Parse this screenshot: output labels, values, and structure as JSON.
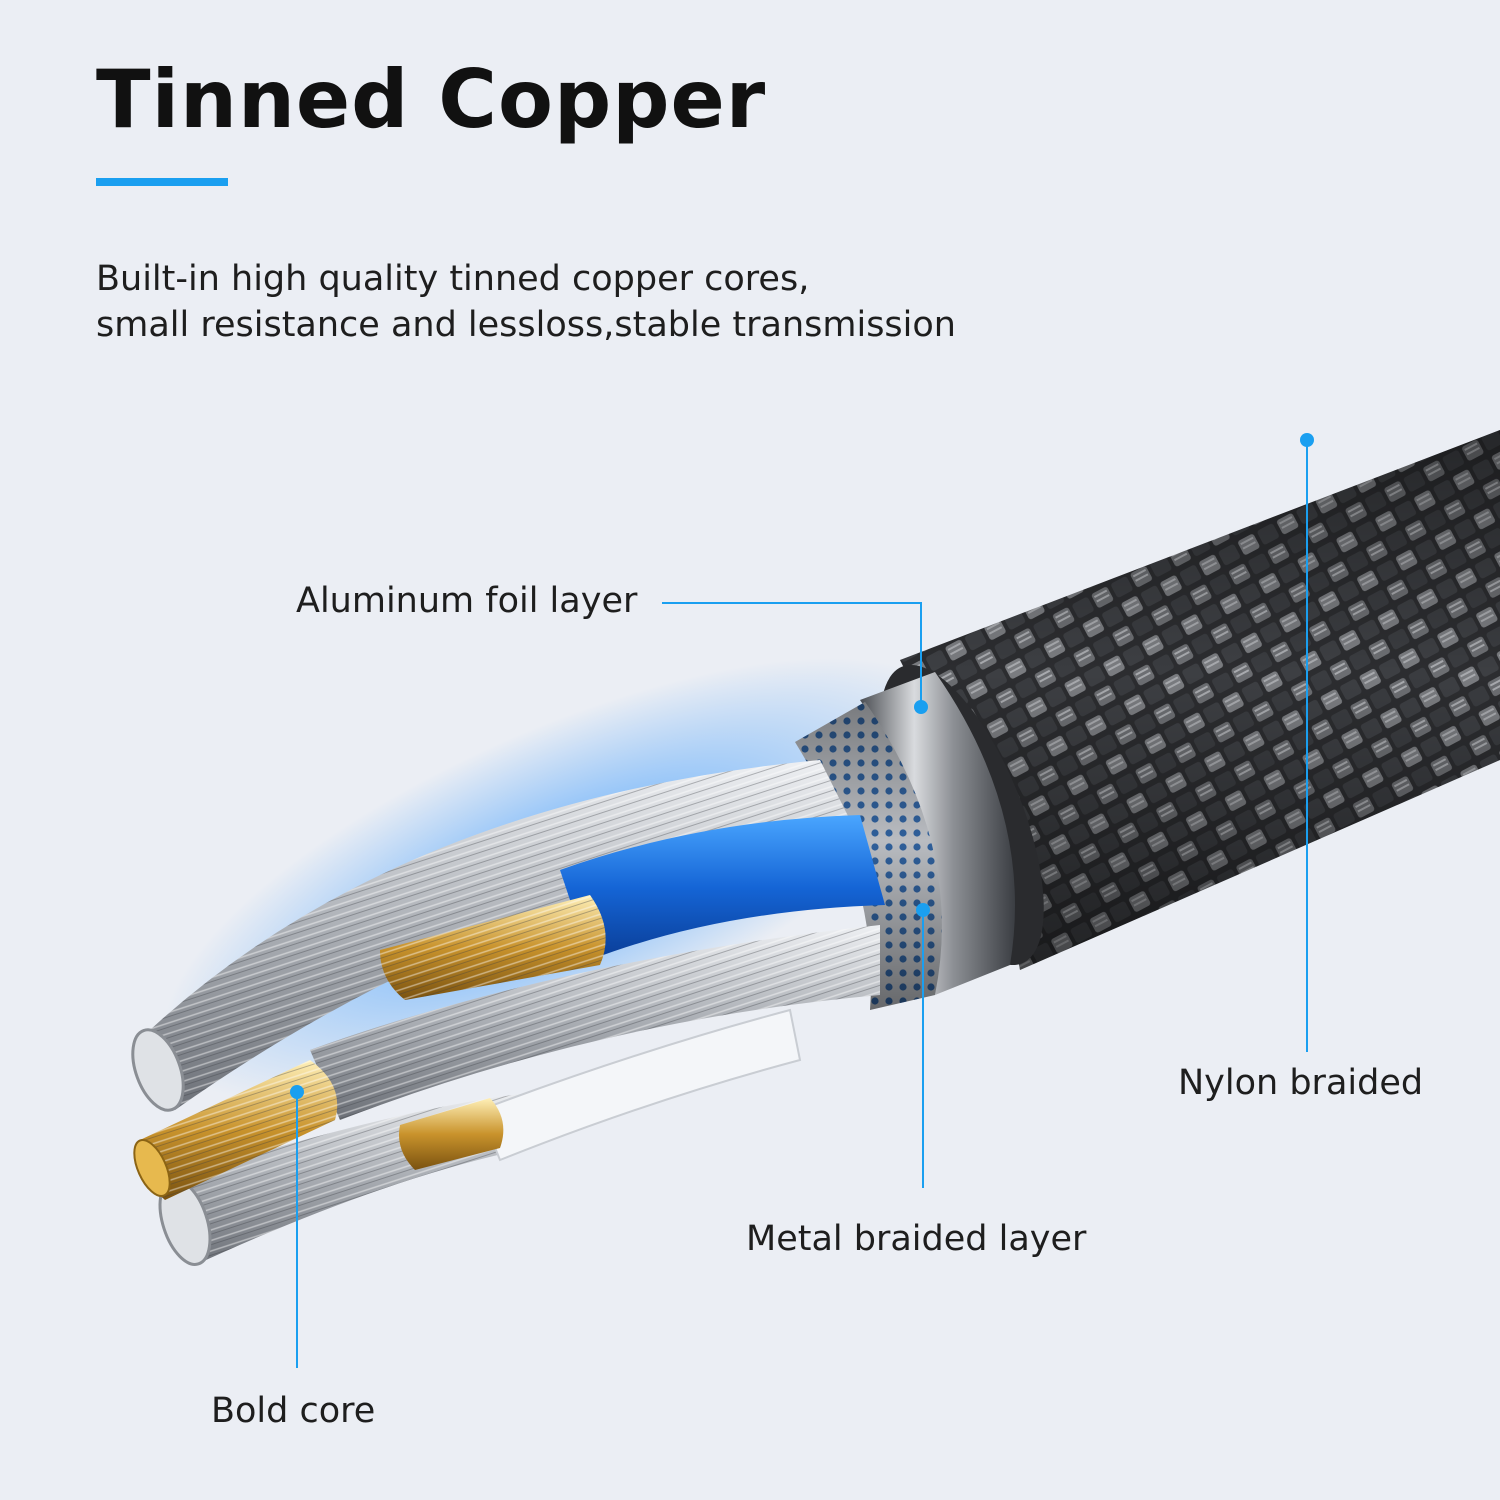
{
  "header": {
    "title": "Tinned Copper",
    "description_lines": [
      "Built-in high quality tinned copper cores,",
      "small resistance and lessloss,stable transmission"
    ]
  },
  "callouts": {
    "aluminum_foil": "Aluminum foil layer",
    "nylon_braided": "Nylon braided",
    "metal_braided": "Metal braided layer",
    "bold_core": "Bold core"
  },
  "colors": {
    "accent": "#1a9ff0",
    "background": "#ebeef4"
  }
}
